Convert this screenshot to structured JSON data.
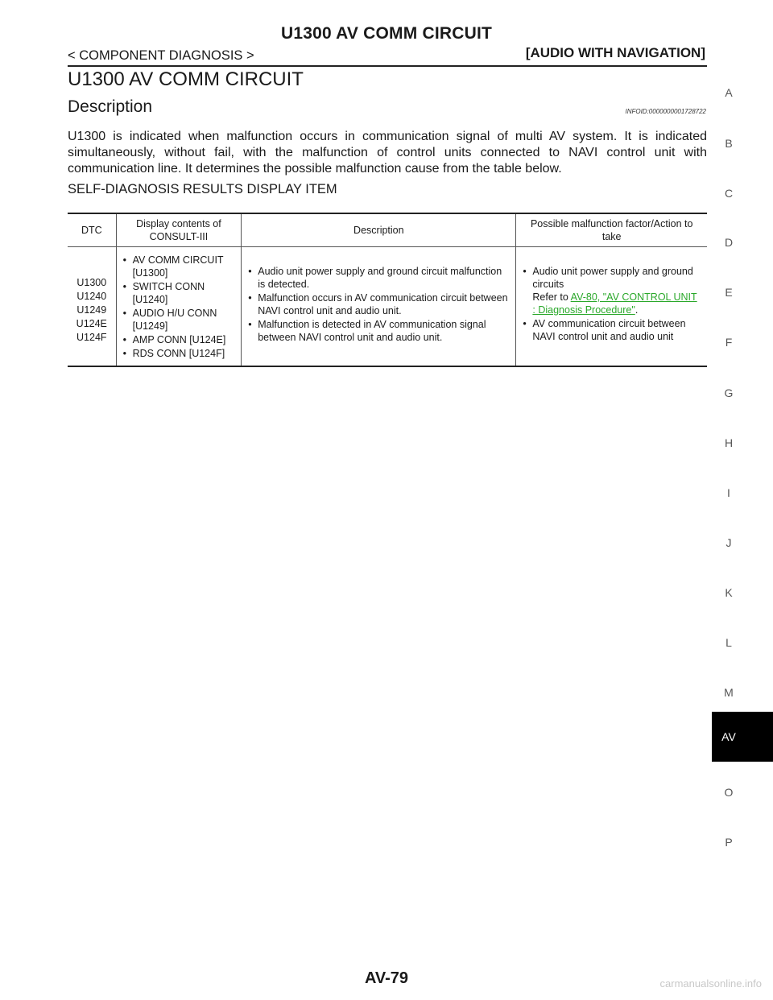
{
  "header": {
    "title": "U1300 AV COMM CIRCUIT",
    "breadcrumb": "< COMPONENT DIAGNOSIS >",
    "system": "[AUDIO WITH NAVIGATION]"
  },
  "section_title": "U1300 AV COMM CIRCUIT",
  "subsection": {
    "title": "Description",
    "infoid": "INFOID:0000000001728722"
  },
  "body_text": "U1300 is indicated when malfunction occurs in communication signal of multi AV system. It is indicated simultaneously, without fail, with the malfunction of control units connected to NAVI control unit with communication line. It determines the possible malfunction cause from the table below.",
  "self_diag_heading": "SELF-DIAGNOSIS RESULTS DISPLAY ITEM",
  "table": {
    "headers": [
      "DTC",
      "Display contents of CONSULT-III",
      "Description",
      "Possible malfunction factor/Action to take"
    ],
    "row": {
      "dtc_codes": [
        "U1300",
        "U1240",
        "U1249",
        "U124E",
        "U124F"
      ],
      "display_contents": [
        "AV COMM CIRCUIT [U1300]",
        "SWITCH CONN [U1240]",
        "AUDIO H/U CONN [U1249]",
        "AMP CONN [U124E]",
        "RDS CONN [U124F]"
      ],
      "descriptions": [
        "Audio unit power supply and ground circuit malfunction is detected.",
        "Malfunction occurs in AV communication circuit between NAVI control unit and audio unit.",
        "Malfunction is detected in AV communication signal between NAVI control unit and audio unit."
      ],
      "factor_1_text": "Audio unit power supply and ground circuits",
      "factor_1_refer": "Refer to",
      "factor_1_link": "AV-80, \"AV CONTROL UNIT : Diagnosis Procedure\"",
      "factor_1_end": ".",
      "factor_2": "AV communication circuit between NAVI control unit and audio unit"
    }
  },
  "side_index": {
    "letters": [
      "A",
      "B",
      "C",
      "D",
      "E",
      "F",
      "G",
      "H",
      "I",
      "J",
      "K",
      "L",
      "M",
      "O",
      "P"
    ],
    "active": "AV"
  },
  "page_number": "AV-79",
  "watermark": "carmanualsonline.info"
}
